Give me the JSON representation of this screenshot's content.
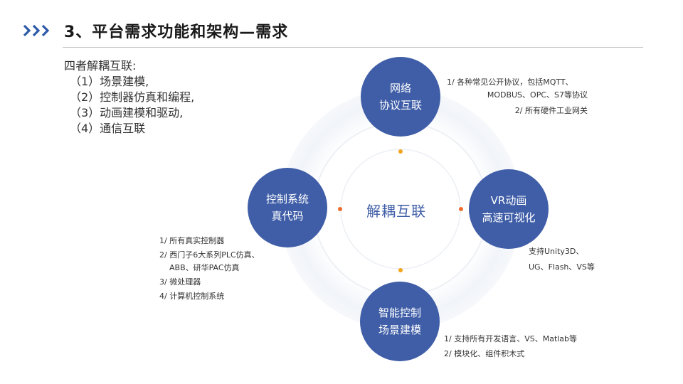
{
  "header": {
    "title": "3、平台需求功能和架构—需求",
    "icon": "triple-chevron-right-icon",
    "accent": "#2e5aa8"
  },
  "intro": {
    "heading": "四者解耦互联:",
    "items": [
      "（1）场景建模,",
      "（2）控制器仿真和编程,",
      "（3）动画建模和驱动,",
      "（4）通信互联"
    ]
  },
  "diagram": {
    "center": "解耦互联",
    "nodes": {
      "top": {
        "line1": "网络",
        "line2": "协议互联"
      },
      "right": {
        "line1": "VR动画",
        "line2": "高速可视化"
      },
      "bottom": {
        "line1": "智能控制",
        "line2": "场景建模"
      },
      "left": {
        "line1": "控制系统",
        "line2": "真代码"
      }
    },
    "notes": {
      "top": [
        "1/ 各种常见公开协议，包括MQTT、",
        "MODBUS、OPC、S7等协议",
        "2/ 所有硬件工业网关"
      ],
      "right": [
        "支持Unity3D、",
        "UG、Flash、VS等"
      ],
      "left": [
        "1/ 所有真实控制器",
        "2/ 西门子6大系列PLC仿真、",
        "ABB、研华PAC仿真",
        "3/ 微处理器",
        "4/ 计算机控制系统"
      ],
      "bottom": [
        "1/ 支持所有开发语言、VS、Matlab等",
        "2/ 模块化、组件积木式"
      ]
    },
    "colors": {
      "node": "#3f5ea7",
      "dot_gold": "#f2a51a",
      "dot_orange": "#ed6d2e",
      "ring": "#eef1f7"
    }
  }
}
